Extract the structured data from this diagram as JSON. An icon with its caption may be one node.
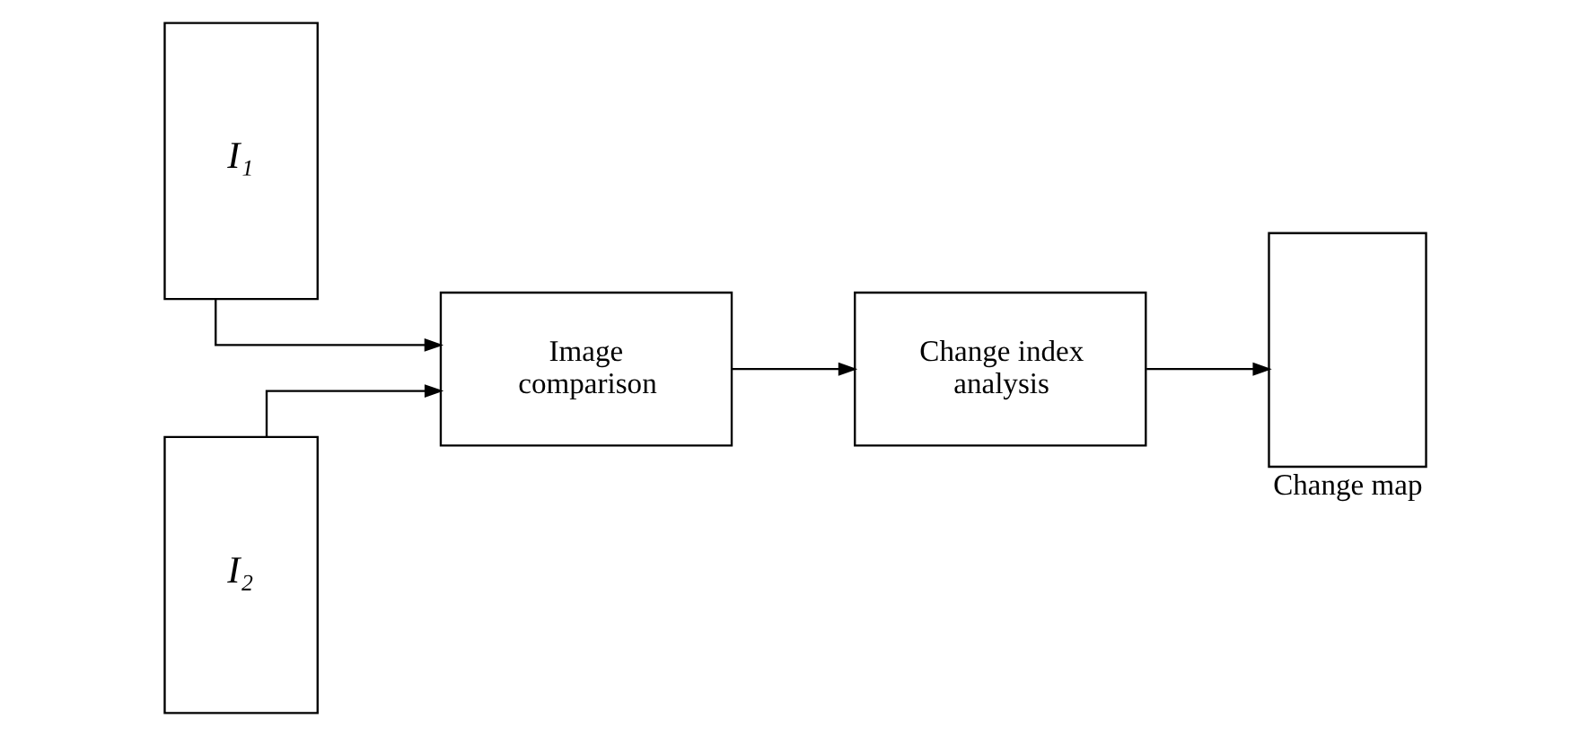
{
  "diagram": {
    "nodes": [
      {
        "text": [
          "I₁"
        ]
      },
      {
        "text": [
          "I₂"
        ]
      },
      {
        "text": [
          "Image comparison"
        ]
      },
      {
        "text": [
          "Change index analysis"
        ]
      },
      {
        "text": [
          "Change map"
        ]
      }
    ],
    "edges": [
      {
        "from": 0,
        "to": 2,
        "arrow": "to"
      },
      {
        "from": 1,
        "to": 2,
        "arrow": "to"
      },
      {
        "from": 2,
        "to": 3,
        "arrow": "to"
      },
      {
        "from": 3,
        "to": 4,
        "arrow": "to"
      }
    ]
  }
}
